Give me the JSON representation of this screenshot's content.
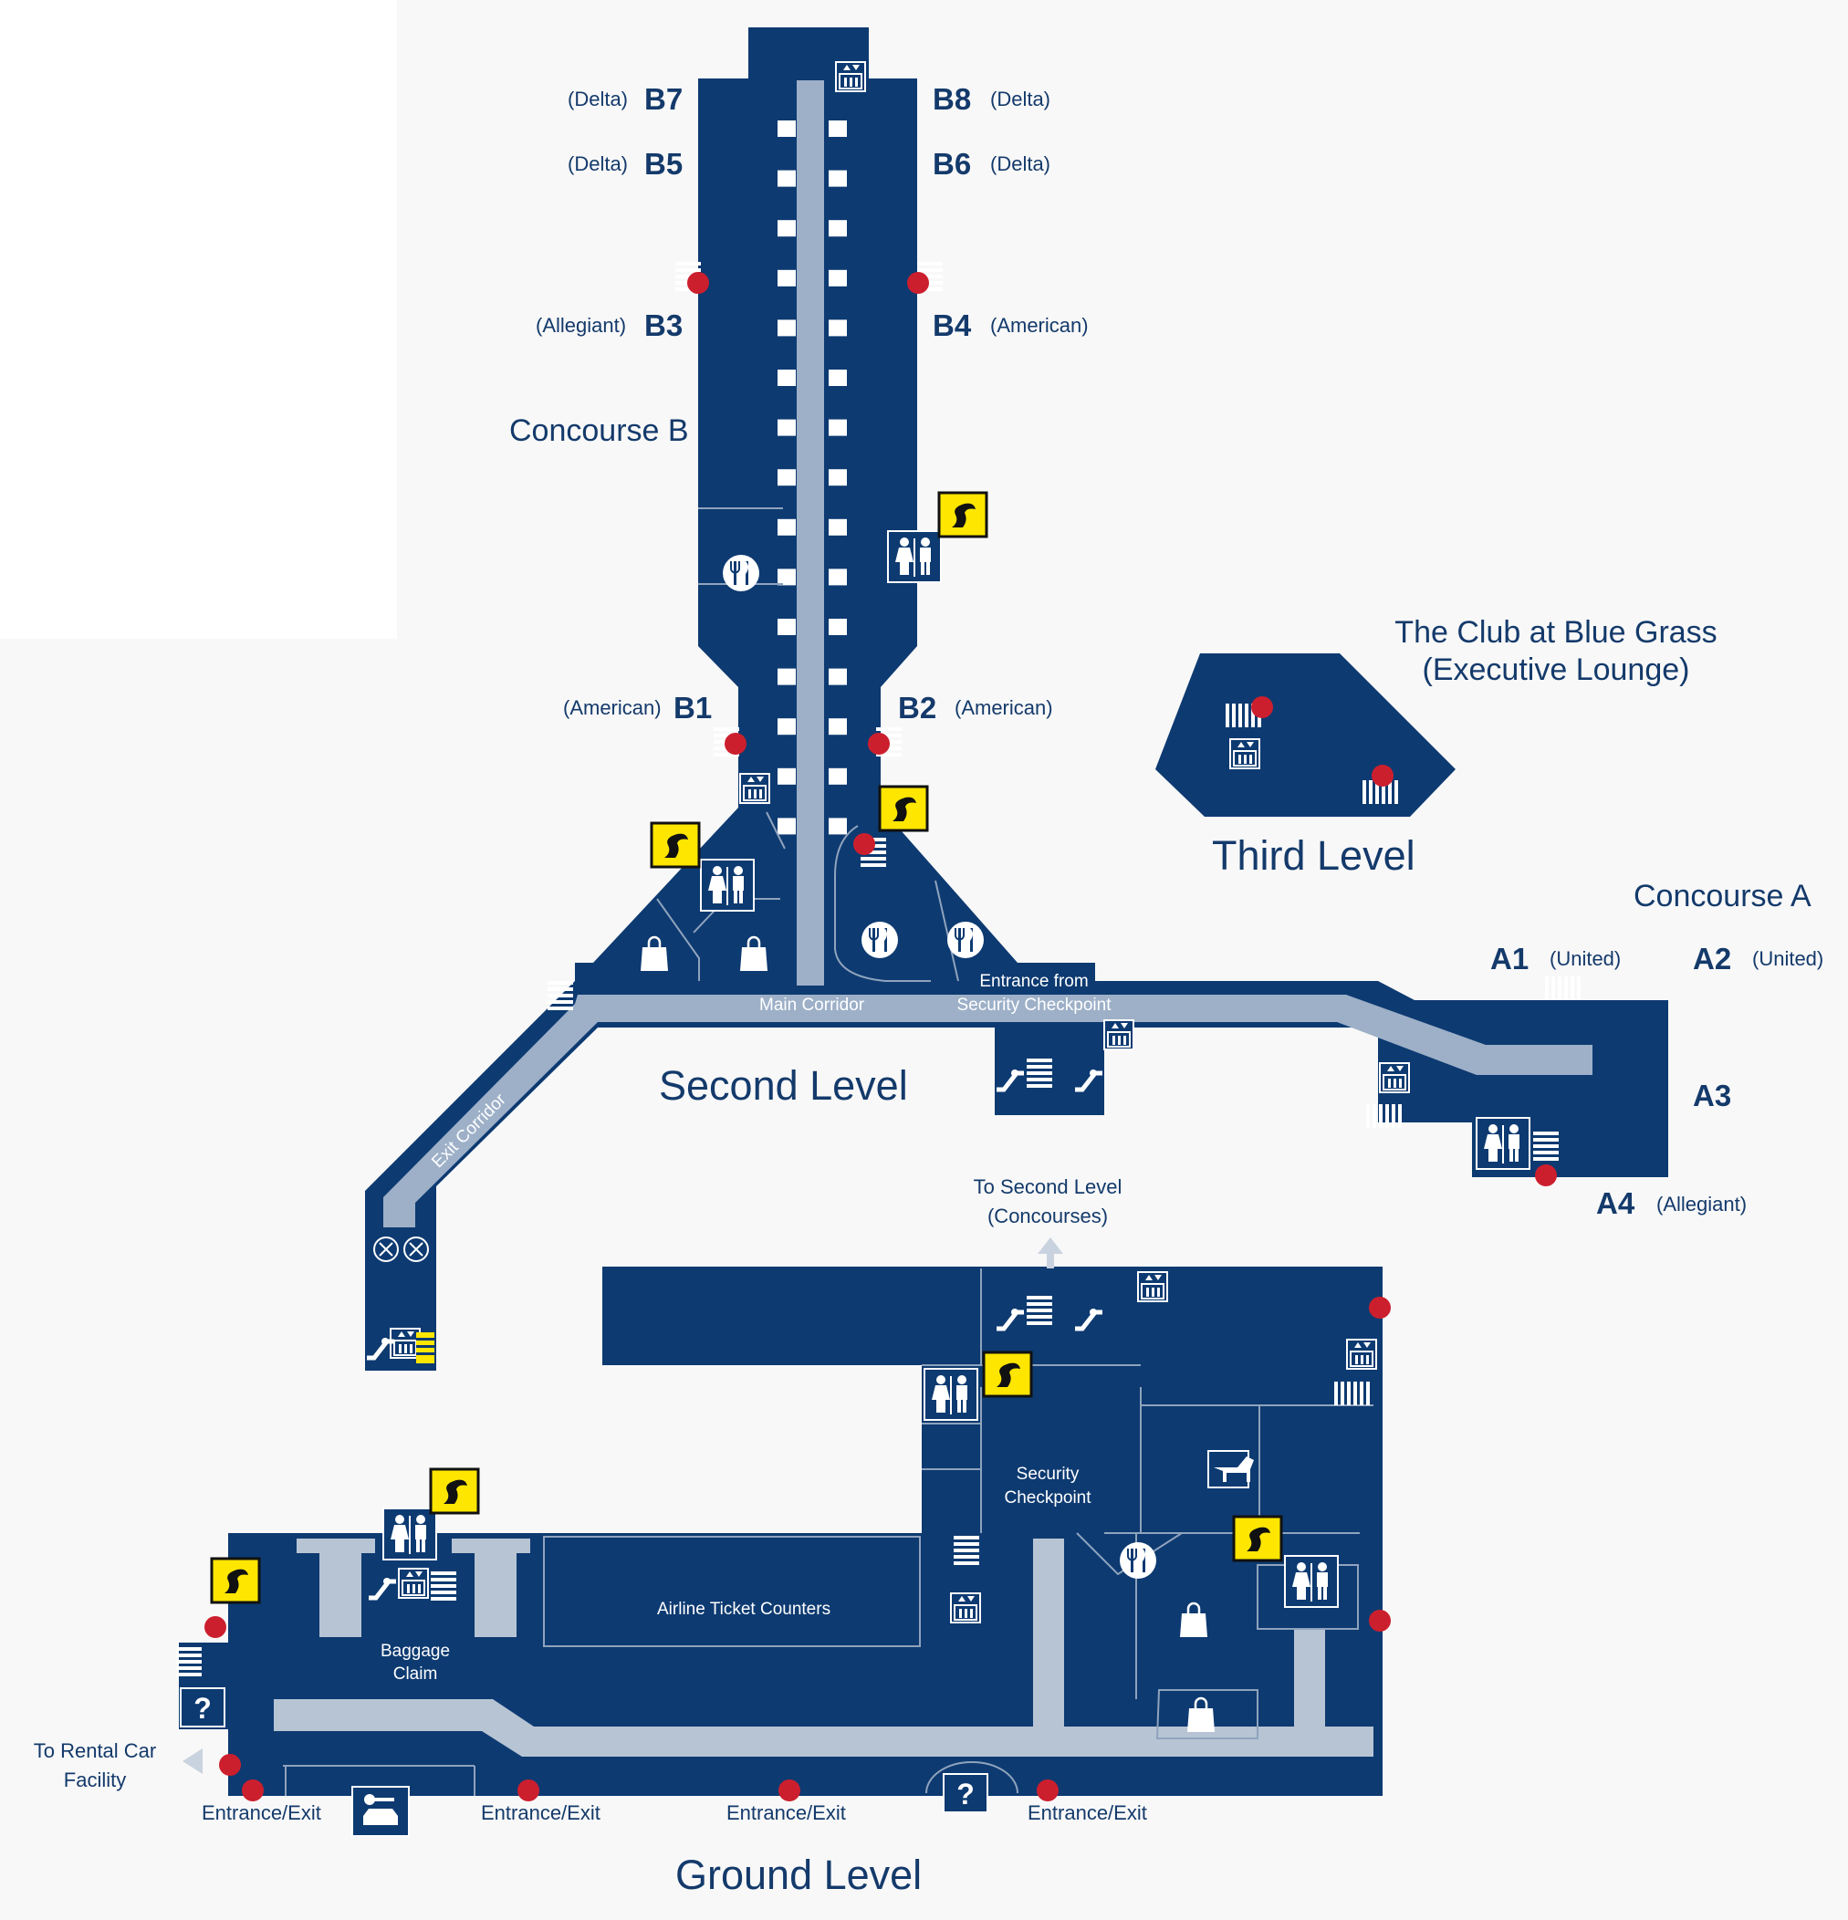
{
  "colors": {
    "background": "#f8f8f8",
    "building": "#0d3a71",
    "corridor": "#9db0c8",
    "text": "#143a6b",
    "access_point": "#cc1f2e",
    "warning": "#ffe600"
  },
  "levels": {
    "third": "Third Level",
    "second": "Second Level",
    "ground": "Ground Level"
  },
  "areas": {
    "concourse_b": "Concourse B",
    "concourse_a": "Concourse A",
    "club_line1": "The Club at Blue Grass",
    "club_line2": "(Executive Lounge)"
  },
  "gates": [
    {
      "code": "B7",
      "airline": "(Delta)"
    },
    {
      "code": "B8",
      "airline": "(Delta)"
    },
    {
      "code": "B5",
      "airline": "(Delta)"
    },
    {
      "code": "B6",
      "airline": "(Delta)"
    },
    {
      "code": "B3",
      "airline": "(Allegiant)"
    },
    {
      "code": "B4",
      "airline": "(American)"
    },
    {
      "code": "B1",
      "airline": "(American)"
    },
    {
      "code": "B2",
      "airline": "(American)"
    },
    {
      "code": "A1",
      "airline": "(United)"
    },
    {
      "code": "A2",
      "airline": "(United)"
    },
    {
      "code": "A3",
      "airline": ""
    },
    {
      "code": "A4",
      "airline": "(Allegiant)"
    }
  ],
  "labels": {
    "main_corridor": "Main Corridor",
    "exit_corridor": "Exit Corridor",
    "entrance_security_1": "Entrance from",
    "entrance_security_2": "Security Checkpoint",
    "to_second_1": "To Second Level",
    "to_second_2": "(Concourses)",
    "security_1": "Security",
    "security_2": "Checkpoint",
    "ticket_counters": "Airline Ticket Counters",
    "baggage_1": "Baggage",
    "baggage_2": "Claim",
    "rental_1": "To Rental Car",
    "rental_2": "Facility",
    "entrance_exit": "Entrance/Exit"
  },
  "icons": [
    "restroom-icon",
    "dining-icon",
    "shopping-icon",
    "elevator-icon",
    "escalator-icon",
    "stairs-icon",
    "wet-floor-warning-icon",
    "information-icon",
    "rental-car-icon",
    "service-animal-icon",
    "no-entry-icon"
  ]
}
